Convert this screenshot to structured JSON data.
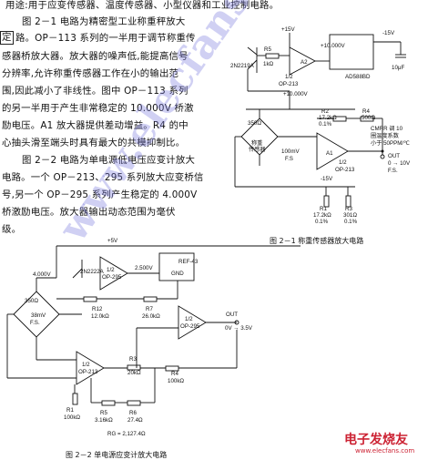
{
  "text": {
    "line1": "用途:用于应变传感器、温度传感器、小型仪器和工业控制电路。",
    "line2": "图 2－1 电路为精密型工业称重秤放大",
    "line3a": "定",
    "line3b": "路。OP－113 系列的一半用于调节称重传",
    "line4": "感器桥放大器。放大器的噪声低,能提高信号",
    "line5": "分辨率,允许称重传感器工作在小的输出范",
    "line6": "围,因此减小了非线性。图中 OP－113 系列",
    "line7": "的另一半用于产生非常稳定的 10.000V 桥激",
    "line8": "励电压。A1 放大器提供差动增益。R4 的中",
    "line9": "心抽头滑至端头时具有最大的共模抑制比。",
    "line10": "图 2－2 电路为单电源低电压应变计放大",
    "line11": "电路。一个 OP－213、295 系列放大应变桥信",
    "line12": "号,另一个 OP－295 系列产生稳定的 4.000V",
    "line13": "桥激励电压。放大器输出动态范围为毫伏",
    "line14": "级。"
  },
  "fig1": {
    "caption": "图 2－1   称重传感器放大电路",
    "plus15": "+15V",
    "minus15": "-15V",
    "ref10": "+10.000V",
    "ad": "AD588BD",
    "r5": "R5",
    "r5v": "1kΩ",
    "trans": "2N2219A",
    "a2": "A2",
    "half": "1/2",
    "op": "OP-213",
    "v10": "+10.000V",
    "r2": "R2",
    "r2v": "17.2kΩ",
    "r2t": "0.1%",
    "r4": "R4",
    "r4v": "500Ω",
    "cmrr1": "CMRR 调 10",
    "cmrr2": "圈温度系数",
    "cmrr3": "小于 50PPM/℃",
    "r350": "350Ω",
    "sensor": "称重",
    "sensor2": "传感器",
    "mv": "100mV",
    "fs": "F.S",
    "a1": "A1",
    "half2": "1/2",
    "op2": "OP-213",
    "out": "OUT",
    "outv": "0 → 10V",
    "outfs": "F.S.",
    "minus15b": "-15V",
    "r1": "R1",
    "r1v": "17.2kΩ",
    "r1t": "0.1%",
    "r3": "R3",
    "r3v": "301Ω",
    "r3t": "0.1%",
    "cap": "10μF"
  },
  "fig2": {
    "caption": "图 2－2   单电源应变计放大电路",
    "plus5": "+5V",
    "v4": "4.000V",
    "trans": "2N2222A",
    "half": "1/2",
    "op295": "OP-295",
    "v25": "2.500V",
    "ref": "REF-43",
    "gnd": "GND",
    "r12": "R12",
    "r12v": "12.0kΩ",
    "r7": "R7",
    "r7v": "26.0kΩ",
    "r350": "350Ω",
    "mv": "38mV",
    "fs": "F.S.",
    "op213": "OP-213",
    "r3": "R3",
    "r3v": "20kΩ",
    "r4": "R4",
    "r4v": "100kΩ",
    "out": "OUT",
    "outv": "0V → 3.5V",
    "r1": "R1",
    "r1v": "100kΩ",
    "r5": "R5",
    "r5v": "3.16kΩ",
    "r6": "R6",
    "r6v": "27.4Ω",
    "rg": "RG = 2,127.4Ω"
  },
  "watermark": {
    "main": "www.elecfans.com",
    "logo": "电子发烧友",
    "logo2": "www.elecfans.com"
  }
}
